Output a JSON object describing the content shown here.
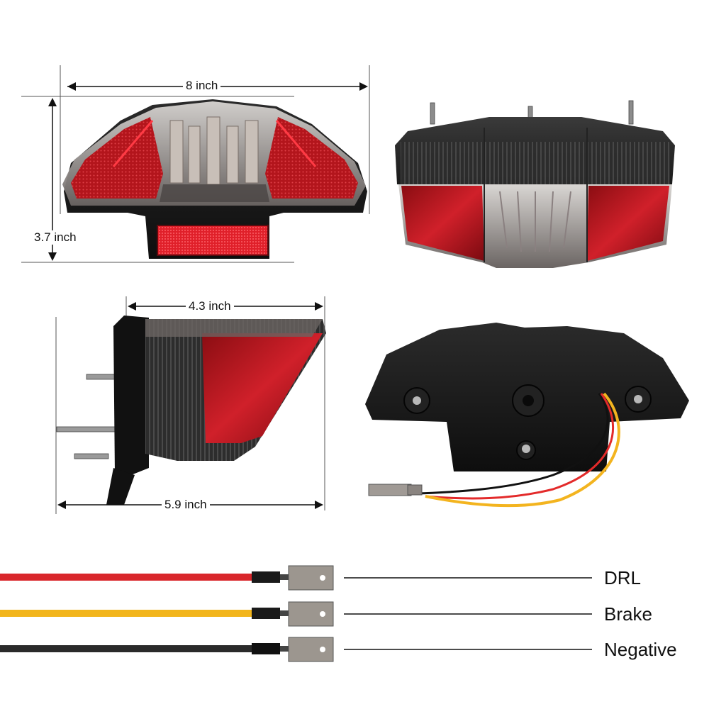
{
  "dimensions": {
    "width": "8 inch",
    "height": "3.7 inch",
    "depth_top": "4.3 inch",
    "depth_bottom": "5.9 inch"
  },
  "wires": [
    {
      "label": "DRL",
      "color": "#d9262b"
    },
    {
      "label": "Brake",
      "color": "#f2b51c"
    },
    {
      "label": "Negative",
      "color": "#2a2a2a"
    }
  ],
  "colors": {
    "lens_red": "#c4141c",
    "housing": "#1a1a1a",
    "smoke_lens": "#8a8a8a"
  }
}
